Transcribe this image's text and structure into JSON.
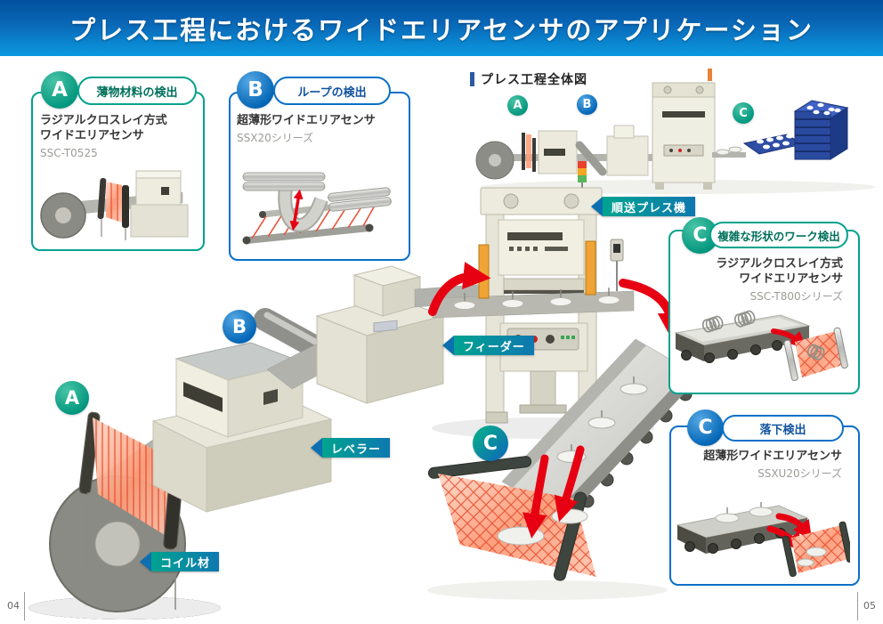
{
  "header": {
    "title": "プレス工程におけるワイドエリアセンサのアプリケーション"
  },
  "overview": {
    "title": "プレス工程全体図",
    "marker_a": "A",
    "marker_b": "B",
    "marker_c": "C"
  },
  "cards": {
    "a": {
      "badge": "A",
      "title": "薄物材料の検出",
      "product_line1": "ラジアルクロスレイ方式",
      "product_line2": "ワイドエリアセンサ",
      "model": "SSC-T0525"
    },
    "b": {
      "badge": "B",
      "title": "ループの検出",
      "product_line1": "超薄形ワイドエリアセンサ",
      "model": "SSX20シリーズ"
    },
    "c1": {
      "badge": "C",
      "title": "複雑な形状のワーク検出",
      "product_line1": "ラジアルクロスレイ方式",
      "product_line2": "ワイドエリアセンサ",
      "model": "SSC-T800シリーズ"
    },
    "c2": {
      "badge": "C",
      "title": "落下検出",
      "product_line1": "超薄形ワイドエリアセンサ",
      "model": "SSXU20シリーズ"
    }
  },
  "process_labels": {
    "press": "順送プレス機",
    "feeder": "フィーダー",
    "leveler": "レベラー",
    "coil": "コイル材"
  },
  "main_markers": {
    "a": "A",
    "b": "B",
    "c": "C"
  },
  "footer": {
    "page_left": "04",
    "page_right": "05"
  },
  "colors": {
    "accent_teal": "#00A28E",
    "accent_blue": "#0A70C8",
    "header_top": "#02509D",
    "header_bottom": "#0B9AE0",
    "beam_orange": "#FF9A76",
    "arrow_red": "#E60012"
  }
}
